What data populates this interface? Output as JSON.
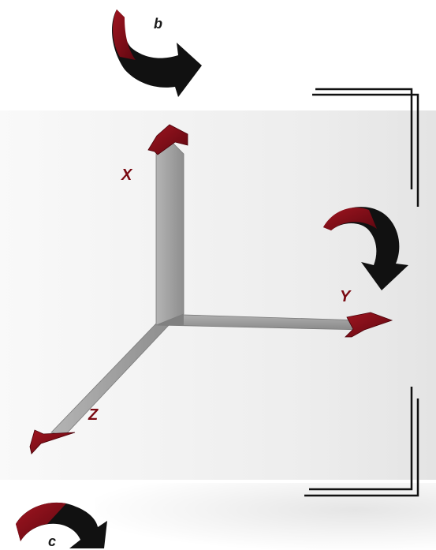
{
  "labels": {
    "x_axis": "X",
    "y_axis": "Y",
    "z_axis": "Z",
    "rotation_b": "b",
    "rotation_c": "c"
  },
  "colors": {
    "axis_body": "#9a9a9a",
    "arrow_red": "#7a0a12",
    "arrow_black": "#111111",
    "bracket": "#111111"
  }
}
